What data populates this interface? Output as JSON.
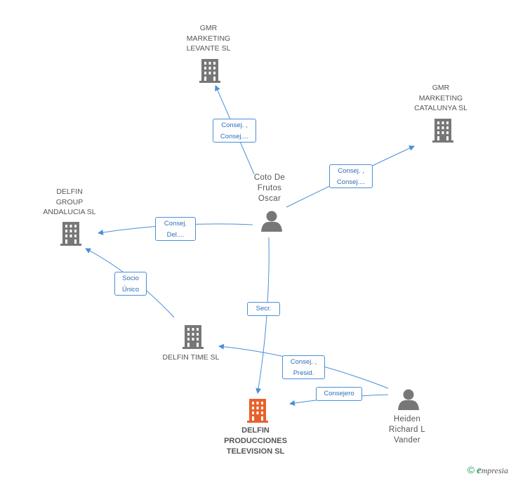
{
  "nodes": {
    "gmr_levante": {
      "label": "GMR\nMARKETING\nLEVANTE  SL"
    },
    "gmr_catalunya": {
      "label": "GMR\nMARKETING\nCATALUNYA SL"
    },
    "delfin_andalucia": {
      "label": "DELFIN\nGROUP\nANDALUCIA SL"
    },
    "delfin_time": {
      "label": "DELFIN TIME SL"
    },
    "delfin_producciones": {
      "label": "DELFIN\nPRODUCCIONES\nTELEVISION SL"
    },
    "coto": {
      "label": "Coto De\nFrutos\nOscar"
    },
    "heiden": {
      "label": "Heiden\nRichard L\nVander"
    }
  },
  "edges": {
    "coto_levante": "Consej. ,\nConsej....",
    "coto_catalunya": "Consej. ,\nConsej....",
    "coto_andalucia": "Consej.\nDel....",
    "time_andalucia": "Socio\nÚnico",
    "coto_producciones": "Secr.",
    "heiden_time": "Consej. ,\nPresid.",
    "heiden_producciones": "Consejero"
  },
  "footer": {
    "copyright": "©",
    "brand_initial": "e",
    "brand_rest": "mpresia"
  },
  "colors": {
    "company": "#777777",
    "focus_company": "#e8612c",
    "person": "#777777",
    "edge": "#4a8fd8"
  }
}
